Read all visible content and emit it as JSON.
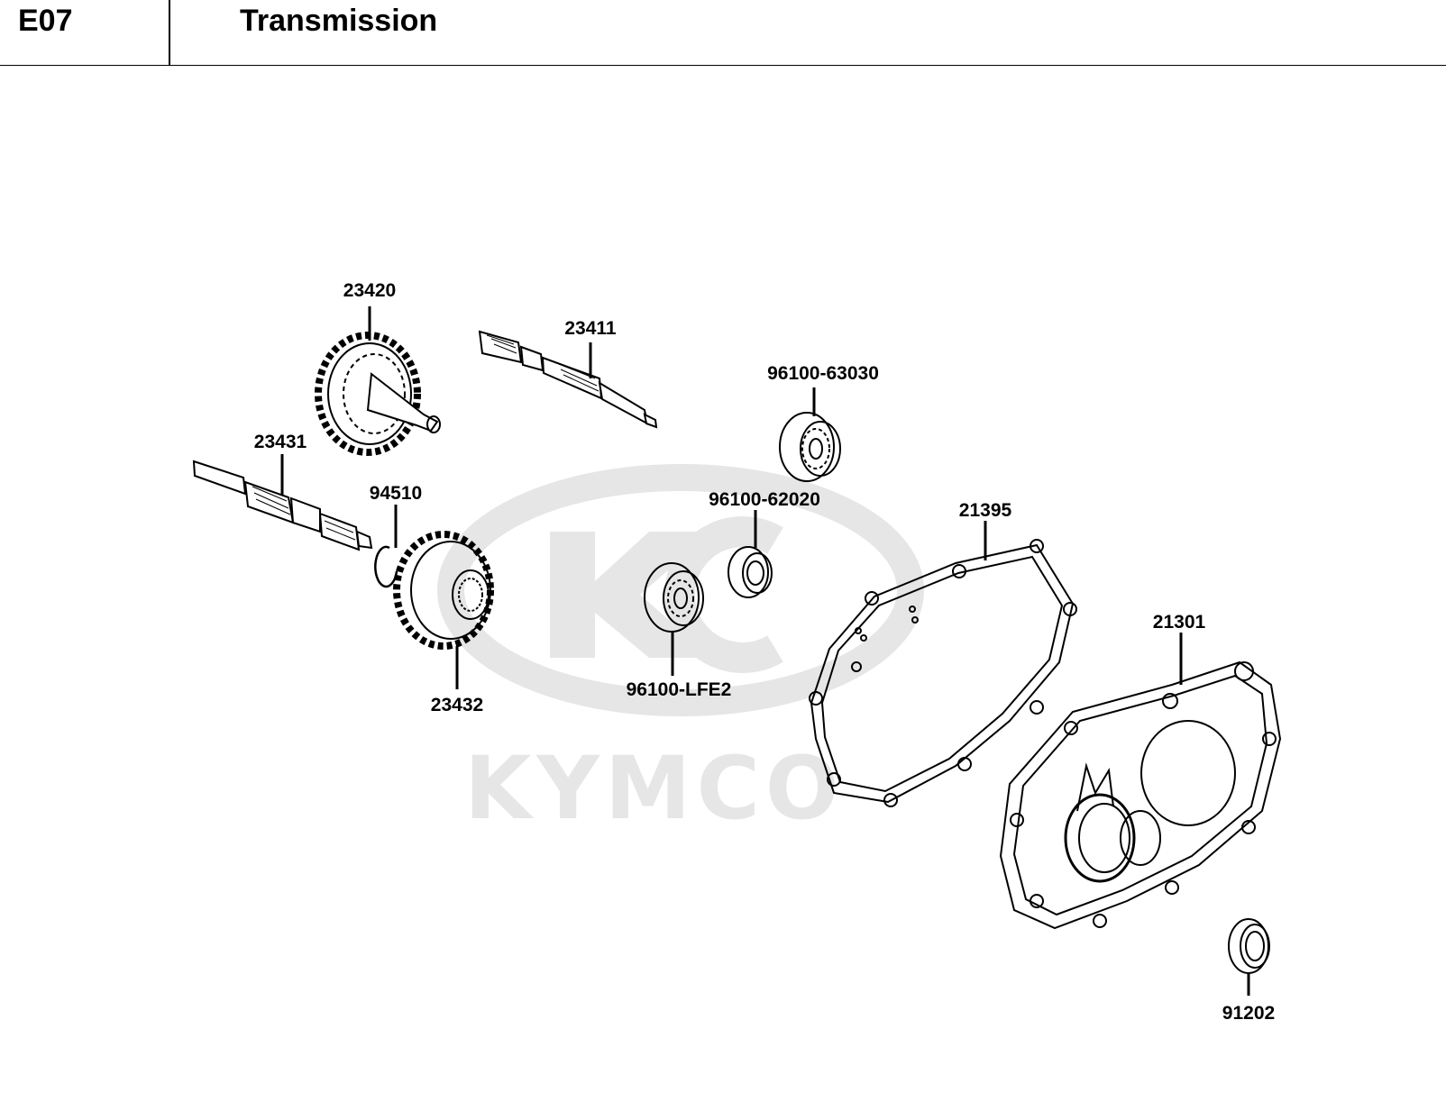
{
  "header": {
    "code": "E07",
    "title": "Transmission"
  },
  "watermark": {
    "text": "KYMCO",
    "color": "#e6e6e6"
  },
  "parts": [
    {
      "id": "23420",
      "label": "23420"
    },
    {
      "id": "23411",
      "label": "23411"
    },
    {
      "id": "96100-63030",
      "label": "96100-63030"
    },
    {
      "id": "23431",
      "label": "23431"
    },
    {
      "id": "94510",
      "label": "94510"
    },
    {
      "id": "96100-62020",
      "label": "96100-62020"
    },
    {
      "id": "21395",
      "label": "21395"
    },
    {
      "id": "21301",
      "label": "21301"
    },
    {
      "id": "96100-LFE2",
      "label": "96100-LFE2"
    },
    {
      "id": "23432",
      "label": "23432"
    },
    {
      "id": "91202",
      "label": "91202"
    }
  ]
}
